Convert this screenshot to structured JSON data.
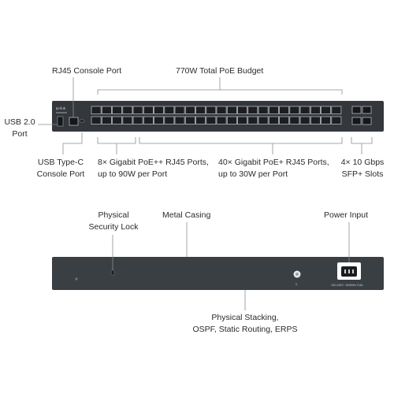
{
  "front": {
    "labels": {
      "rj45_console": "RJ45 Console Port",
      "poe_budget": "770W Total PoE Budget",
      "usb20_line1": "USB 2.0",
      "usb20_line2": "Port",
      "usbc_line1": "USB Type-C",
      "usbc_line2": "Console Port",
      "poepp_line1": "8× Gigabit PoE++ RJ45 Ports,",
      "poepp_line2": "up to 90W per Port",
      "poep_line1": "40× Gigabit PoE+ RJ45 Ports,",
      "poep_line2": "up to 30W per Port",
      "sfp_line1": "4× 10 Gbps",
      "sfp_line2": "SFP+ Slots"
    },
    "brand": "tp-link"
  },
  "back": {
    "labels": {
      "security_line1": "Physical",
      "security_line2": "Security Lock",
      "metal": "Metal Casing",
      "power": "Power Input",
      "stacking_line1": "Physical Stacking,",
      "stacking_line2": "OSPF, Static Routing, ERPS"
    },
    "power_rating": "100-240V~ 50/60Hz 9.8A"
  },
  "colors": {
    "chassis": "#34383c",
    "port_border": "#c9ccd0",
    "port_fill": "#1c1e21",
    "callout_line": "#8a8f95"
  }
}
